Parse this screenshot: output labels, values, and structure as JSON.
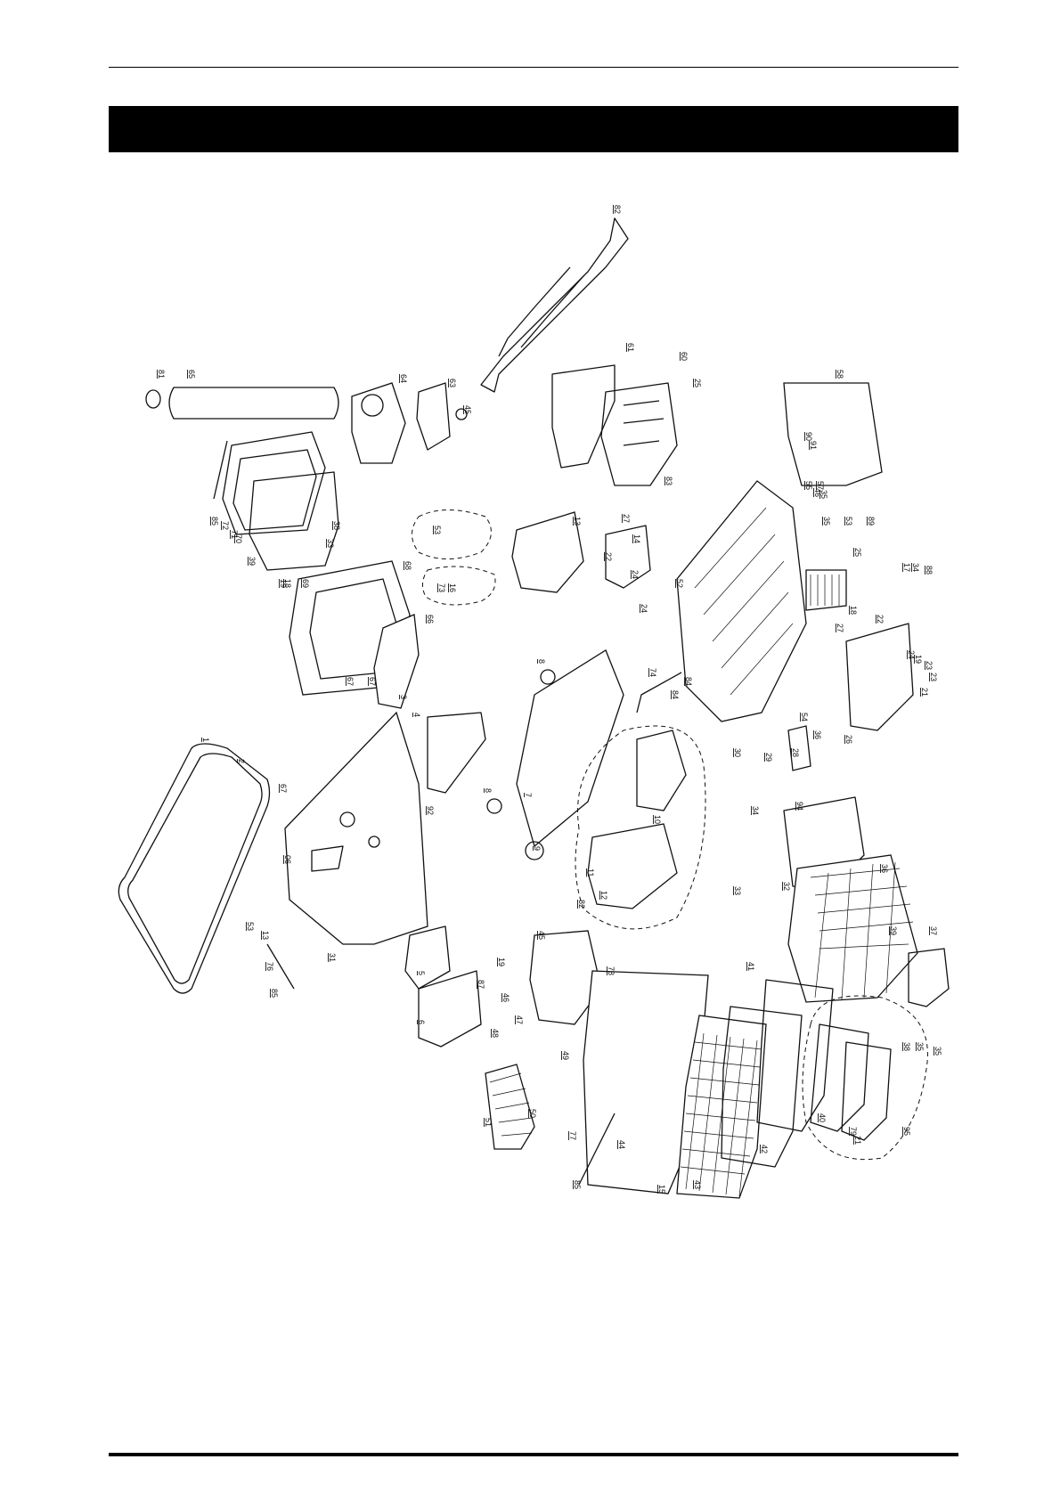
{
  "diagram": {
    "part_numbers": [
      "82",
      "81",
      "65",
      "64",
      "63",
      "45",
      "61",
      "60",
      "25",
      "83",
      "58",
      "91",
      "90",
      "55",
      "57",
      "46",
      "35",
      "85",
      "72",
      "71",
      "70",
      "39",
      "18",
      "19",
      "69",
      "33",
      "38",
      "68",
      "66",
      "67",
      "67",
      "53",
      "73",
      "16",
      "13",
      "27",
      "14",
      "24",
      "24",
      "22",
      "52",
      "35",
      "53",
      "89",
      "25",
      "17",
      "34",
      "88",
      "18",
      "22",
      "27",
      "84",
      "24",
      "19",
      "23",
      "23",
      "21",
      "1",
      "2",
      "3",
      "4",
      "92",
      "67",
      "06",
      "53",
      "13",
      "76",
      "85",
      "31",
      "5",
      "6",
      "8",
      "7",
      "8",
      "9",
      "74",
      "84",
      "10",
      "11",
      "12",
      "82",
      "54",
      "26",
      "30",
      "29",
      "28",
      "36",
      "94",
      "34",
      "33",
      "32",
      "36",
      "39",
      "37",
      "41",
      "45",
      "19",
      "78",
      "87",
      "46",
      "47",
      "48",
      "49",
      "51",
      "50",
      "77",
      "44",
      "85",
      "43",
      "15",
      "42",
      "40",
      "79",
      "21",
      "95",
      "38",
      "35",
      "35"
    ]
  }
}
